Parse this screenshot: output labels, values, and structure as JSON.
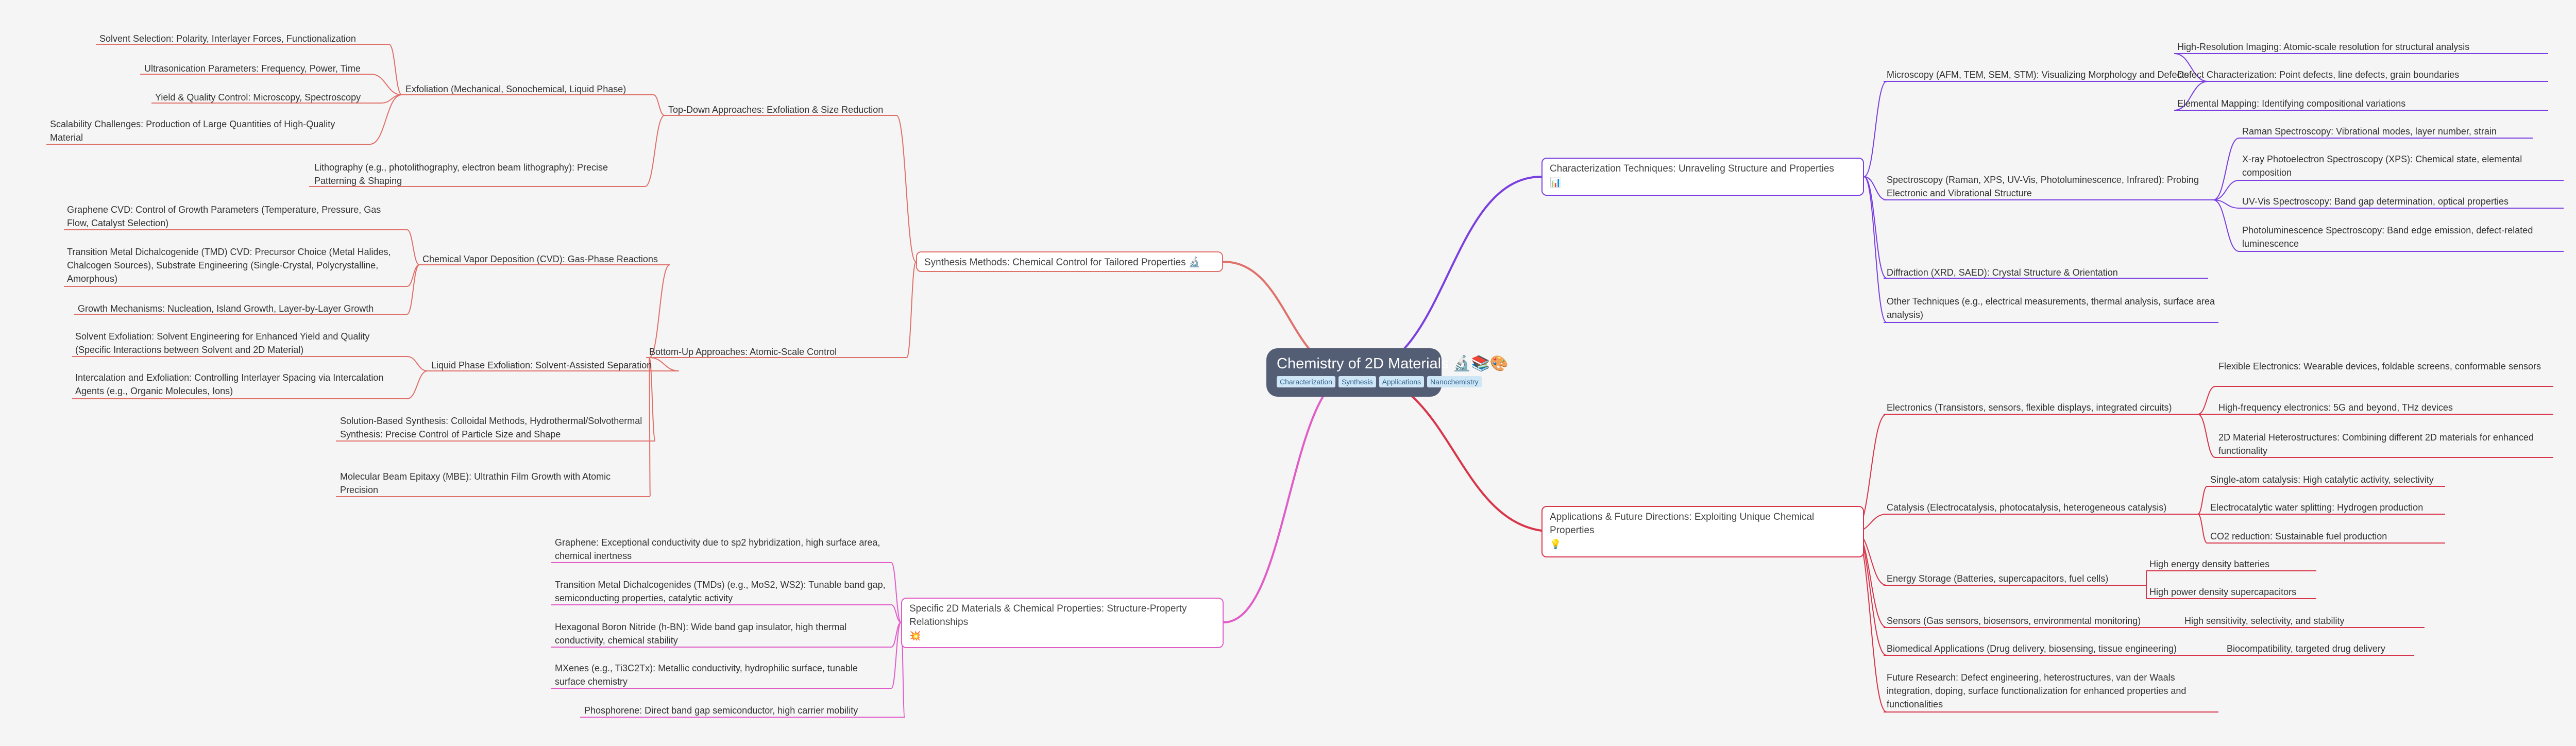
{
  "root": {
    "title": "Chemistry of 2D Materials 🔬📚🎨",
    "tags": [
      "Characterization",
      "Synthesis",
      "Applications",
      "Nanochemistry"
    ]
  },
  "colors": {
    "background": "#f5f5f5",
    "root_fill": "#535d74",
    "synthesis": "#e0706a",
    "specific": "#e25cc8",
    "characterization": "#7a3fe0",
    "applications": "#d8344a"
  },
  "synthesis": {
    "label": "Synthesis Methods:  Chemical Control for Tailored Properties 🔬",
    "top_down": {
      "label": "Top-Down Approaches:  Exfoliation & Size Reduction",
      "exfoliation": {
        "label": "Exfoliation (Mechanical, Sonochemical, Liquid Phase)",
        "items": [
          "Solvent Selection:  Polarity, Interlayer Forces, Functionalization",
          "Ultrasonication Parameters:  Frequency, Power, Time",
          "Yield & Quality Control:  Microscopy, Spectroscopy",
          "Scalability Challenges:  Production of Large Quantities of High-Quality Material"
        ]
      },
      "lithography": "Lithography (e.g., photolithography, electron beam lithography):  Precise Patterning & Shaping"
    },
    "bottom_up": {
      "label": "Bottom-Up Approaches:  Atomic-Scale Control",
      "cvd": {
        "label": "Chemical Vapor Deposition (CVD):  Gas-Phase Reactions",
        "items": [
          "Graphene CVD:  Control of Growth Parameters (Temperature, Pressure, Gas Flow, Catalyst Selection)",
          "Transition Metal Dichalcogenide (TMD) CVD:  Precursor Choice (Metal Halides, Chalcogen Sources), Substrate Engineering (Single-Crystal, Polycrystalline, Amorphous)",
          "Growth Mechanisms:  Nucleation, Island Growth, Layer-by-Layer Growth"
        ]
      },
      "lpe": {
        "label": "Liquid Phase Exfoliation:  Solvent-Assisted Separation",
        "items": [
          "Solvent Exfoliation:  Solvent Engineering for Enhanced Yield and Quality (Specific Interactions between Solvent and 2D Material)",
          "Intercalation and Exfoliation:  Controlling Interlayer Spacing via Intercalation Agents (e.g., Organic Molecules, Ions)"
        ]
      },
      "solution": "Solution-Based Synthesis:  Colloidal Methods, Hydrothermal/Solvothermal Synthesis:  Precise Control of Particle Size and Shape",
      "mbe": "Molecular Beam Epitaxy (MBE):  Ultrathin Film Growth with Atomic Precision"
    }
  },
  "specific": {
    "label": "Specific 2D Materials & Chemical Properties:  Structure-Property Relationships",
    "icon": "💥",
    "items": [
      "Graphene:  Exceptional conductivity due to sp2 hybridization, high surface area, chemical inertness",
      "Transition Metal Dichalcogenides (TMDs) (e.g., MoS2, WS2):  Tunable band gap, semiconducting properties, catalytic activity",
      "Hexagonal Boron Nitride (h-BN):  Wide band gap insulator, high thermal conductivity, chemical stability",
      "MXenes (e.g., Ti3C2Tx):  Metallic conductivity, hydrophilic surface, tunable surface chemistry",
      "Phosphorene:  Direct band gap semiconductor, high carrier mobility"
    ]
  },
  "characterization": {
    "label": "Characterization Techniques:  Unraveling Structure and Properties",
    "icon": "📊",
    "microscopy": {
      "label": "Microscopy (AFM, TEM, SEM, STM):  Visualizing Morphology and Defects",
      "items": [
        "High-Resolution Imaging:  Atomic-scale resolution for structural analysis",
        "Defect Characterization:  Point defects, line defects, grain boundaries",
        "Elemental Mapping:  Identifying compositional variations"
      ]
    },
    "spectroscopy": {
      "label": "Spectroscopy (Raman, XPS, UV-Vis, Photoluminescence, Infrared):  Probing Electronic and Vibrational Structure",
      "items": [
        "Raman Spectroscopy:  Vibrational modes, layer number, strain",
        "X-ray Photoelectron Spectroscopy (XPS):  Chemical state, elemental composition",
        "UV-Vis Spectroscopy:  Band gap determination, optical properties",
        "Photoluminescence Spectroscopy:  Band edge emission, defect-related luminescence"
      ]
    },
    "diffraction": "Diffraction (XRD, SAED):  Crystal Structure & Orientation",
    "other": "Other Techniques (e.g., electrical measurements, thermal analysis, surface area analysis)"
  },
  "applications": {
    "label": "Applications & Future Directions:  Exploiting Unique Chemical Properties",
    "icon": "💡",
    "electronics": {
      "label": "Electronics (Transistors, sensors, flexible displays, integrated circuits)",
      "items": [
        "Flexible Electronics:  Wearable devices, foldable screens, conformable sensors",
        "High-frequency electronics:  5G and beyond, THz devices",
        "2D Material Heterostructures:  Combining different 2D materials for enhanced functionality"
      ]
    },
    "catalysis": {
      "label": "Catalysis (Electrocatalysis, photocatalysis, heterogeneous catalysis)",
      "items": [
        "Single-atom catalysis:  High catalytic activity, selectivity",
        "Electrocatalytic water splitting:  Hydrogen production",
        "CO2 reduction:  Sustainable fuel production"
      ]
    },
    "energy": {
      "label": "Energy Storage (Batteries, supercapacitors, fuel cells)",
      "items": [
        "High energy density batteries",
        "High power density supercapacitors"
      ]
    },
    "sensors": {
      "label": "Sensors (Gas sensors, biosensors, environmental monitoring)",
      "items": [
        "High sensitivity, selectivity, and stability"
      ]
    },
    "biomedical": {
      "label": "Biomedical Applications (Drug delivery, biosensing, tissue engineering)",
      "items": [
        "Biocompatibility, targeted drug delivery"
      ]
    },
    "future": "Future Research:  Defect engineering, heterostructures, van der Waals integration, doping, surface functionalization for enhanced properties and functionalities"
  }
}
